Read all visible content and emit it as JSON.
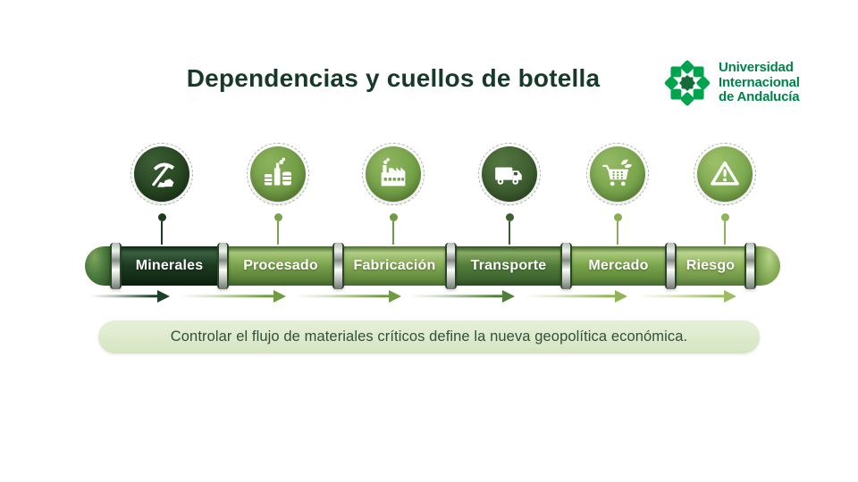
{
  "header": {
    "title": "Dependencias y cuellos de botella"
  },
  "logo": {
    "name": "Universidad Internacional de Andalucía",
    "lines": [
      "Universidad",
      "Internacional",
      "de Andalucía"
    ],
    "petal_green": "#00a44f",
    "star_dark_green": "#136c38",
    "text_color": "#00824a"
  },
  "stages": [
    {
      "label": "Minerales",
      "icon": "pickaxe-mining-icon",
      "color": "#24421f"
    },
    {
      "label": "Procesado",
      "icon": "processing-plant-icon",
      "color": "#6f9a43"
    },
    {
      "label": "Fabricación",
      "icon": "factory-icon",
      "color": "#73a046"
    },
    {
      "label": "Transporte",
      "icon": "truck-icon",
      "color": "#3c5c2f"
    },
    {
      "label": "Mercado",
      "icon": "shopping-cart-icon",
      "color": "#77a44a"
    },
    {
      "label": "Riesgo",
      "icon": "warning-triangle-icon",
      "color": "#7ca94e"
    }
  ],
  "footer": {
    "text": "Controlar el flujo de materiales críticos define la nueva geopolítica económica."
  },
  "colors": {
    "background": "#ffffff",
    "title_text": "#17382a",
    "banner_bg": "#d9e8c7",
    "banner_text": "#30503a",
    "pipe_ring_metal": "#d9ddd9",
    "arrow_greens": [
      "#1e4029",
      "#6f9c3f",
      "#6f9c3f",
      "#50803a",
      "#8fb557",
      "#9cbd61"
    ]
  }
}
